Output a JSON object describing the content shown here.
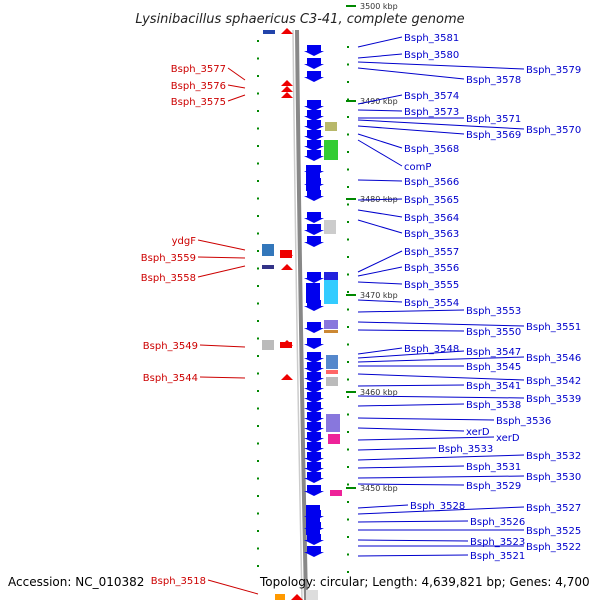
{
  "title": "Lysinibacillus sphaericus C3-41, complete genome",
  "footer": {
    "accession": "Accession: NC_010382",
    "topology": "Topology: circular; Length: 4,639,821 bp; Genes: 4,700"
  },
  "colors": {
    "forward_strand": "#0000ee",
    "reverse_strand": "#ee0000",
    "left_labels": "#cc0000",
    "right_labels": "#0000cc",
    "backbone": "#888888",
    "tick_marks": "#008800"
  },
  "ticks": [
    "3500 kbp",
    "3490 kbp",
    "3480 kbp",
    "3470 kbp",
    "3460 kbp",
    "3450 kbp"
  ],
  "left_labels": [
    "Bsph_3577",
    "Bsph_3576",
    "Bsph_3575",
    "ydgF",
    "Bsph_3559",
    "Bsph_3558",
    "Bsph_3549",
    "Bsph_3544",
    "Bsph_3518"
  ],
  "right_labels": [
    "Bsph_3581",
    "Bsph_3580",
    "Bsph_3579",
    "Bsph_3578",
    "Bsph_3574",
    "Bsph_3573",
    "Bsph_3571",
    "Bsph_3570",
    "Bsph_3569",
    "Bsph_3568",
    "comP",
    "Bsph_3566",
    "Bsph_3565",
    "Bsph_3564",
    "Bsph_3563",
    "Bsph_3557",
    "Bsph_3556",
    "Bsph_3555",
    "Bsph_3554",
    "Bsph_3553",
    "Bsph_3551",
    "Bsph_3550",
    "Bsph_3548",
    "Bsph_3547",
    "Bsph_3546",
    "Bsph_3545",
    "Bsph_3542",
    "Bsph_3541",
    "Bsph_3539",
    "Bsph_3538",
    "Bsph_3536",
    "xerD",
    "xerD",
    "Bsph_3533",
    "Bsph_3532",
    "Bsph_3531",
    "Bsph_3530",
    "Bsph_3529",
    "Bsph_3528",
    "Bsph_3527",
    "Bsph_3526",
    "Bsph_3525",
    "Bsph_3523",
    "Bsph_3522",
    "Bsph_3521"
  ]
}
